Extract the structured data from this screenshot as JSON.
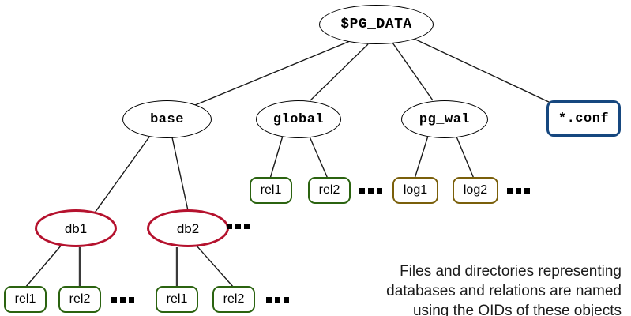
{
  "diagram": {
    "title_node": "$PG_DATA",
    "nodes": {
      "root": "$PG_DATA",
      "base": "base",
      "global": "global",
      "pg_wal": "pg_wal",
      "conf": "*.conf",
      "db1": "db1",
      "db2": "db2",
      "global_rel1": "rel1",
      "global_rel2": "rel2",
      "log1": "log1",
      "log2": "log2",
      "db1_rel1": "rel1",
      "db1_rel2": "rel2",
      "db2_rel1": "rel1",
      "db2_rel2": "rel2"
    },
    "ellipsis": "•••",
    "caption": {
      "line1": "Files and directories representing",
      "line2": "databases and relations are named",
      "line3": "using the OIDs of these objects"
    },
    "colors": {
      "edge": "#1a1a1a",
      "outline_default": "#000000",
      "conf_blue": "#16477f",
      "db_red": "#b5122e",
      "rel_green": "#2b6310",
      "log_brown": "#7a5f0a",
      "background": "#ffffff",
      "text": "#000000"
    }
  }
}
